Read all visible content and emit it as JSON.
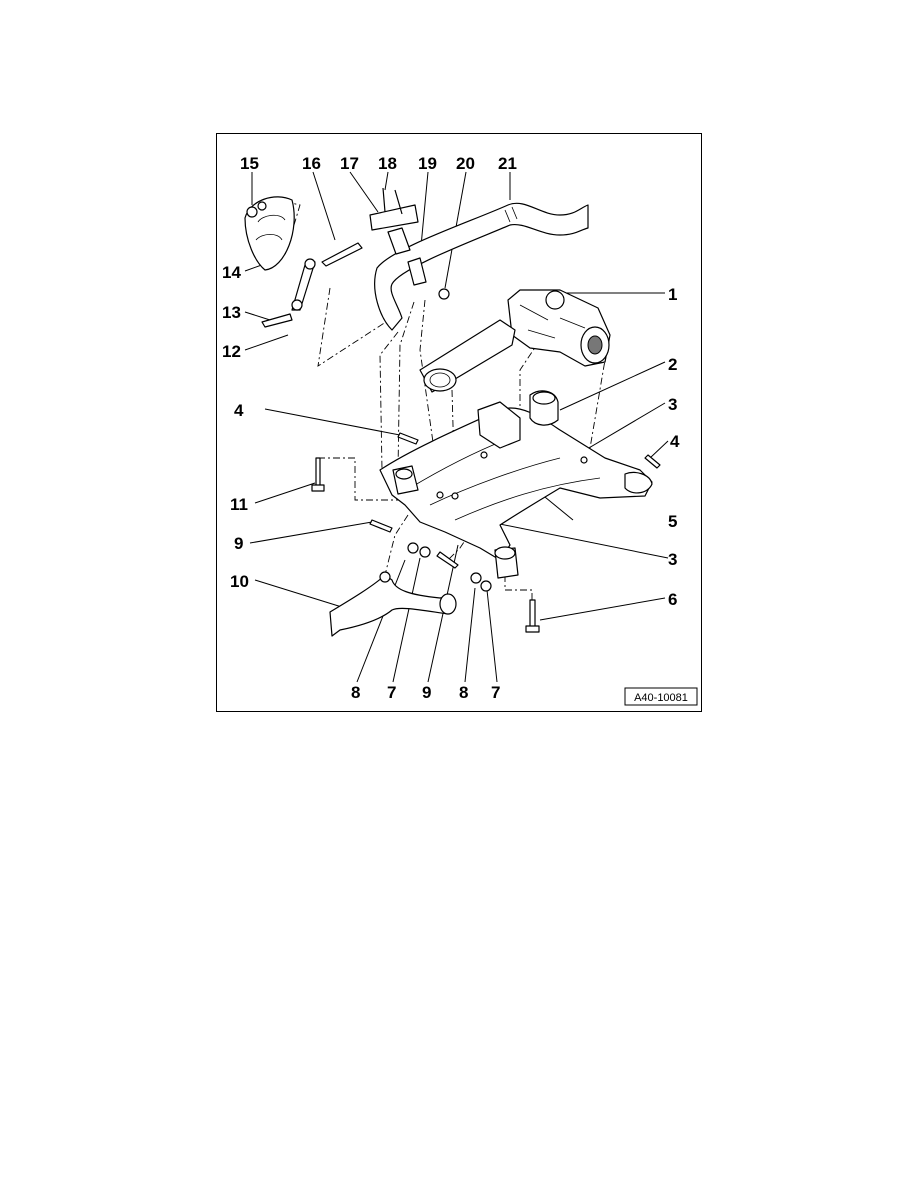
{
  "figure": {
    "reference_code": "A40-10081",
    "callouts": [
      {
        "id": "c1",
        "label": "1"
      },
      {
        "id": "c2",
        "label": "2"
      },
      {
        "id": "c3a",
        "label": "3"
      },
      {
        "id": "c4a",
        "label": "4"
      },
      {
        "id": "c5",
        "label": "5"
      },
      {
        "id": "c3b",
        "label": "3"
      },
      {
        "id": "c6",
        "label": "6"
      },
      {
        "id": "c4b",
        "label": "4"
      },
      {
        "id": "c11",
        "label": "11"
      },
      {
        "id": "c9a",
        "label": "9"
      },
      {
        "id": "c10",
        "label": "10"
      },
      {
        "id": "c14",
        "label": "14"
      },
      {
        "id": "c13",
        "label": "13"
      },
      {
        "id": "c12",
        "label": "12"
      },
      {
        "id": "c15",
        "label": "15"
      },
      {
        "id": "c16",
        "label": "16"
      },
      {
        "id": "c17",
        "label": "17"
      },
      {
        "id": "c18",
        "label": "18"
      },
      {
        "id": "c19",
        "label": "19"
      },
      {
        "id": "c20",
        "label": "20"
      },
      {
        "id": "c21",
        "label": "21"
      },
      {
        "id": "c8a",
        "label": "8"
      },
      {
        "id": "c7a",
        "label": "7"
      },
      {
        "id": "c9b",
        "label": "9"
      },
      {
        "id": "c8b",
        "label": "8"
      },
      {
        "id": "c7b",
        "label": "7"
      }
    ]
  }
}
